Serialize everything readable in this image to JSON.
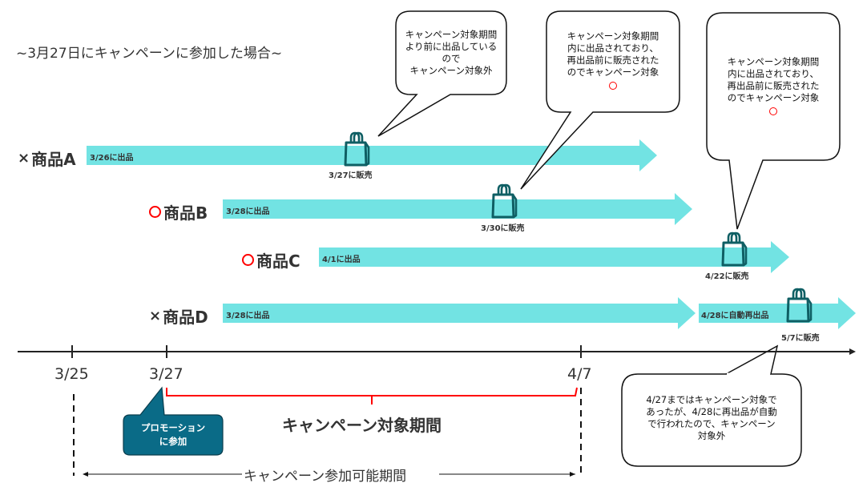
{
  "title": "~3月27日にキャンペーンに参加した場合~",
  "colors": {
    "arrow": "#72e3e3",
    "bag": "#0f5f64",
    "bracket": "#ff0000",
    "ok_mark": "#ff0000",
    "promo_bubble": "#0a6b87",
    "text": "#333333"
  },
  "products": [
    {
      "mark": "×",
      "mark_type": "cross",
      "name": "商品A",
      "listing_label": "3/26に出品",
      "sale_label": "3/27に販売",
      "eligible": false
    },
    {
      "mark": "〇",
      "mark_type": "circle",
      "name": "商品B",
      "listing_label": "3/28に出品",
      "sale_label": "3/30に販売",
      "eligible": true
    },
    {
      "mark": "〇",
      "mark_type": "circle",
      "name": "商品C",
      "listing_label": "4/1に出品",
      "sale_label": "4/22に販売",
      "eligible": true
    },
    {
      "mark": "×",
      "mark_type": "cross",
      "name": "商品D",
      "listing_label": "3/28に出品",
      "relist_label": "4/28に自動再出品",
      "sale_label": "5/7に販売",
      "eligible": false
    }
  ],
  "callouts": {
    "a": {
      "lines": [
        "キャンペーン対象期間",
        "より前に出品している",
        "ので",
        "キャンペーン対象外"
      ]
    },
    "b": {
      "lines": [
        "キャンペーン対象期間",
        "内に出品されており、",
        "再出品前に販売された",
        "のでキャンペーン対象"
      ],
      "mark": "〇"
    },
    "c": {
      "lines": [
        "キャンペーン対象期間",
        "内に出品されており、",
        "再出品前に販売された",
        "のでキャンペーン対象"
      ],
      "mark": "〇"
    },
    "d": {
      "lines": [
        "4/27まではキャンペーン対象で",
        "あったが、4/28に再出品が自動",
        "で行われたので、キャンペーン",
        "対象外"
      ]
    }
  },
  "timeline": {
    "ticks": [
      "3/25",
      "3/27",
      "4/7"
    ],
    "promo_bubble": {
      "lines": [
        "プロモーション",
        "に参加"
      ]
    },
    "campaign_period_label": "キャンペーン対象期間",
    "eligible_period_label": "キャンペーン参加可能期間"
  },
  "icons": {
    "sale": "shopping-bag-icon"
  }
}
